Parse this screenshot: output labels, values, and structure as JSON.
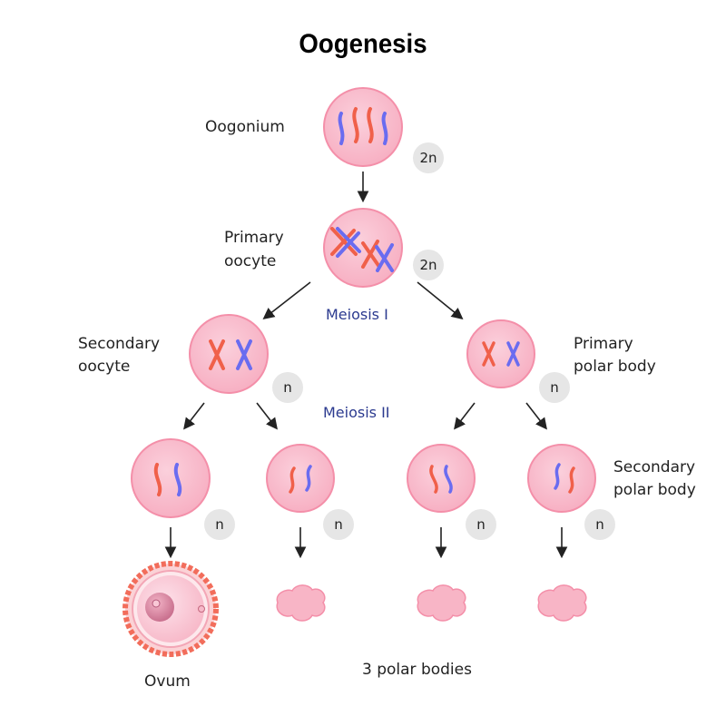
{
  "title": "Oogenesis",
  "stages": {
    "oogonium": "Oogonium",
    "primary_oocyte": {
      "line1": "Primary",
      "line2": "oocyte"
    },
    "secondary_oocyte": {
      "line1": "Secondary",
      "line2": "oocyte"
    },
    "primary_polar_body": {
      "line1": "Primary",
      "line2": "polar body"
    },
    "secondary_polar_body": {
      "line1": "Secondary",
      "line2": "polar body"
    },
    "ovum": "Ovum",
    "polar_bodies": "3 polar bodies"
  },
  "divisions": {
    "meiosis_1": "Meiosis I",
    "meiosis_2": "Meiosis II"
  },
  "ploidy": {
    "diploid": "2n",
    "haploid": "n"
  },
  "colors": {
    "cell_fill": "#f9b7c8",
    "cell_border": "#f48fa9",
    "chromosome_red": "#f0604a",
    "chromosome_blue": "#6a6cf0",
    "ovum_ring": "#f26d5b",
    "meiosis_text": "#2b3a8f",
    "badge": "#e6e6e6"
  }
}
